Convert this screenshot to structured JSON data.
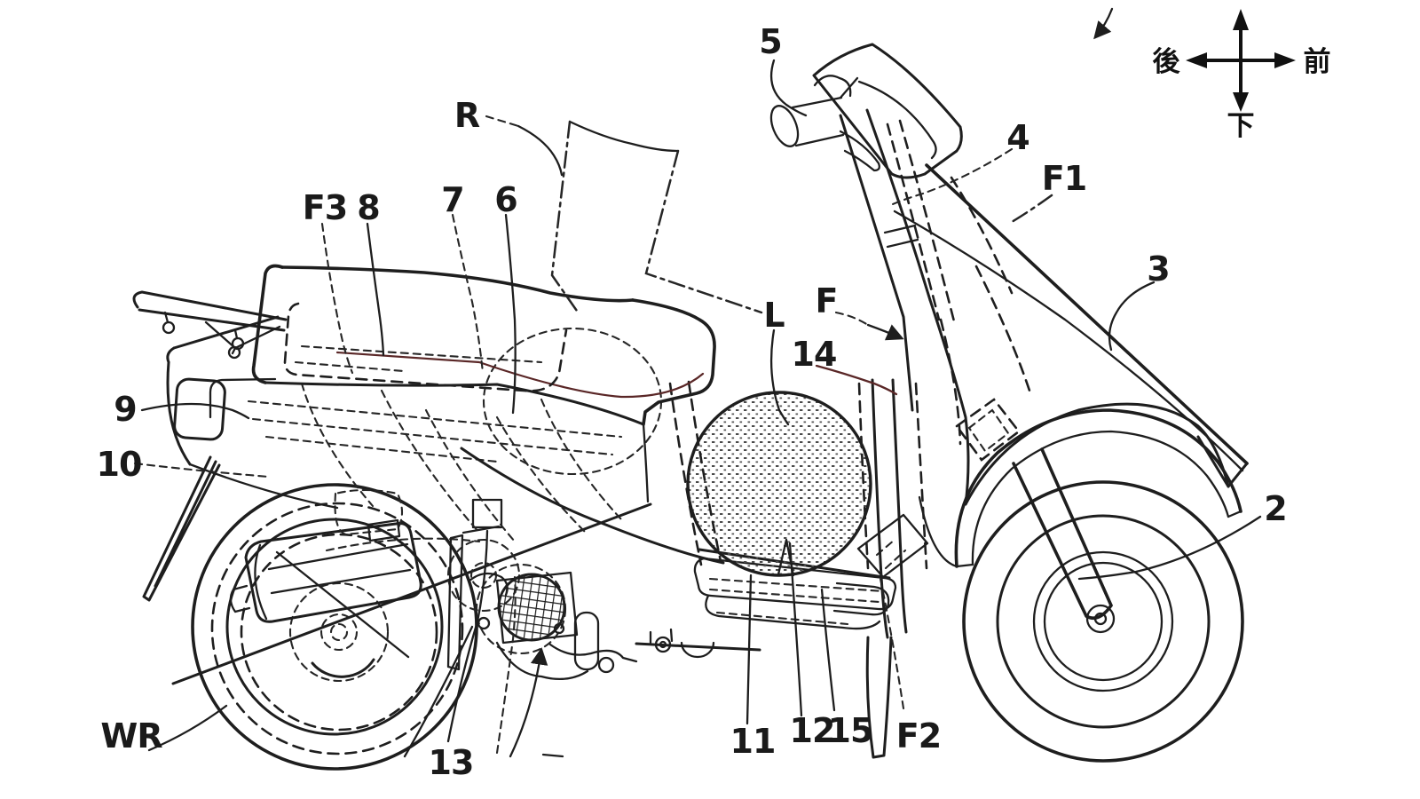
{
  "figure_labels": {
    "n2": "2",
    "n3": "3",
    "n4": "4",
    "n5": "5",
    "n6": "6",
    "n7": "7",
    "n8": "8",
    "n9": "9",
    "n10": "10",
    "n11": "11",
    "n12": "12",
    "n13": "13",
    "n14": "14",
    "n15": "15",
    "f": "F",
    "f1": "F1",
    "f2": "F2",
    "f3": "F3",
    "l": "L",
    "r": "R",
    "wr": "WR"
  },
  "compass": {
    "rear": "後",
    "front": "前",
    "down": "下"
  },
  "colors": {
    "ink": "#1e1e1e",
    "background": "#ffffff",
    "crease_accent": "#5a2727"
  }
}
